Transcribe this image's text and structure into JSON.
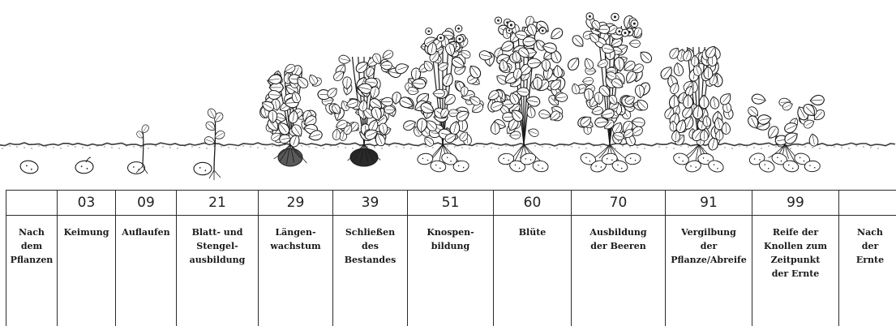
{
  "stages": [
    {
      "code": "",
      "label": [
        "Nach",
        "dem",
        "Pflanzen"
      ]
    },
    {
      "code": "03",
      "label": [
        "Keimung"
      ]
    },
    {
      "code": "09",
      "label": [
        "Auflaufen"
      ]
    },
    {
      "code": "21",
      "label": [
        "Blatt- und",
        "Stengel-",
        "ausbildung"
      ]
    },
    {
      "code": "29",
      "label": [
        "Längen-",
        "wachstum"
      ]
    },
    {
      "code": "39",
      "label": [
        "Schließen",
        "des",
        "Bestandes"
      ]
    },
    {
      "code": "51",
      "label": [
        "Knospen-",
        "bildung"
      ]
    },
    {
      "code": "60",
      "label": [
        "Blüte"
      ]
    },
    {
      "code": "70",
      "label": [
        "Ausbildung",
        "der Beeren"
      ]
    },
    {
      "code": "91",
      "label": [
        "Vergilbung",
        "der",
        "Pflanze/Abreife"
      ]
    },
    {
      "code": "99",
      "label": [
        "Reife der",
        "Knollen zum",
        "Zeitpunkt",
        "der Ernte"
      ]
    },
    {
      "code": "",
      "label": [
        "Nach",
        "der",
        "Ernte"
      ]
    }
  ],
  "colors": {
    "ink": "#1a1a1a",
    "soil": "#3a3a3a",
    "foliage_fill": "#ffffff"
  }
}
